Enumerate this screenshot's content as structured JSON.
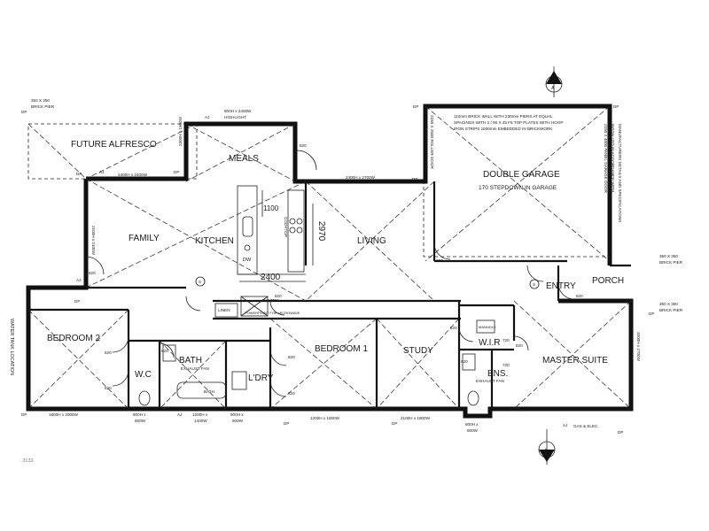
{
  "labels": {
    "future_alfresco": "FUTURE ALFRESCO",
    "meals": "MEALS",
    "family": "FAMILY",
    "kitchen": "KITCHEN",
    "living": "LIVING",
    "double_garage": "DOUBLE GARAGE",
    "garage_step": "170 STEPDOWN IN GARAGE",
    "entry": "ENTRY",
    "porch": "PORCH",
    "bedroom2": "BEDROOM 2",
    "wc": "W.C",
    "bath": "BATH",
    "laundry": "L'DRY",
    "bedroom1": "BEDROOM 1",
    "study": "STUDY",
    "wir": "W.I.R",
    "ens": "ENS.",
    "master_suite": "MASTER SUITE",
    "linen": "LINEN",
    "pantry": "PANTRY",
    "pantry_note": "POWERPOINT FOR MICROWAVE",
    "manhole": "MANHOLE",
    "exhaust_fan_bath": "EXHAUST FAN",
    "exhaust_fan_ens": "EXHAUST FAN",
    "bath_fixture": "BATH",
    "gas_elec": "GAS & ELEC.",
    "water_tank": "WATER TANK LOCATION",
    "pier_tl_1": "350 X 350",
    "pier_tl_2": "BRICK PIER",
    "pier_r1_1": "350 X 350",
    "pier_r1_2": "BRICK PIER",
    "pier_r2_1": "350 X 350",
    "pier_r2_2": "BRICK PIER",
    "highlight_1": "800H x 2400W",
    "highlight_2": "HIGHLIGHT",
    "garage_note_1": "110mm BRICK WALL WITH 230mm PIERS AT EQUAL",
    "garage_note_2": "SPACINGS WITH 2 / 90 X 45 F5 TOP PLATES WITH HOOP",
    "garage_note_3": "IRON STRIPS 1800mm EMBEDDED IN BRICKWORK",
    "garage_door_right_1": "2150 X 4800 PANEL GARAGE DOOR",
    "garage_door_right_2": "INSTALLED IN ACCORDANCE WITH",
    "garage_door_right_3": "MANUFACTURERS DETAILS AND SPECIFICATIONS",
    "garage_door_left": "2150 X 2500 ROLLER DOOR",
    "dim_2400": "2400",
    "dim_2970": "2970",
    "dim_1100": "1100",
    "win_meals_left": "2300H x 1900W",
    "win_alfresco_1": "2400H x 2400W",
    "win_living_top": "2400H x 2700W",
    "win_family_left": "2100H x 2100W",
    "win_bed2": "1800H x 2000W",
    "win_wc_1": "800H x",
    "win_wc_2": "600W",
    "win_bath_1": "1200H x",
    "win_bath_2": "1400W",
    "win_ldry_1": "900H x",
    "win_ldry_2": "600W",
    "win_bed1": "1200H x 1800W",
    "win_study": "2100H x 1800W",
    "win_ens_1": "800H x",
    "win_ens_2": "600W",
    "win_master": "2000H x 2700W",
    "d820": "820",
    "d720": "720",
    "dp": "DP",
    "aj": "AJ",
    "dw": "DW",
    "cooktop": "COOKTOP",
    "section_a": "A",
    "section_a_bottom": "A",
    "footnote": "· 3133"
  }
}
